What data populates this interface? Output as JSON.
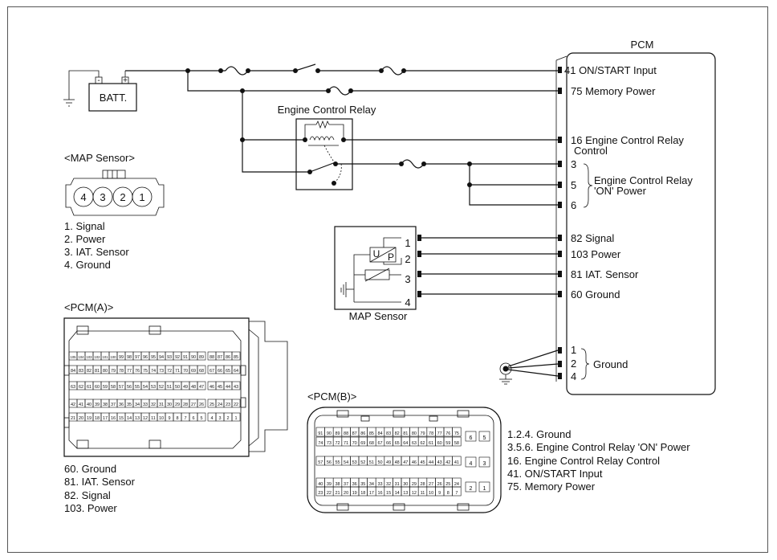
{
  "battery": {
    "label": "BATT.",
    "minus": "-",
    "plus": "+"
  },
  "pcm": {
    "title": "PCM",
    "terminals": [
      "41 ON/START Input",
      "75 Memory Power",
      "16 Engine Control Relay",
      "Control",
      "3",
      "5",
      "6",
      "Engine Control Relay",
      "'ON' Power",
      "82 Signal",
      "103 Power",
      "81 IAT. Sensor",
      "60 Ground",
      "1",
      "2",
      "4",
      "Ground"
    ]
  },
  "relay": {
    "title": "Engine Control Relay"
  },
  "map_box": {
    "title": "MAP Sensor",
    "pins": [
      "1",
      "2",
      "3",
      "4"
    ],
    "u": "U",
    "p": "P"
  },
  "map_connector": {
    "title": "<MAP Sensor>",
    "pins": [
      "4",
      "3",
      "2",
      "1"
    ],
    "legend": [
      "1. Signal",
      "2. Power",
      "3. IAT. Sensor",
      "4. Ground"
    ]
  },
  "pcm_a": {
    "title": "<PCM(A)>",
    "rows": [
      {
        "main": [
          "105",
          "104",
          "103",
          "102",
          "101",
          "100",
          "99",
          "98",
          "97",
          "96",
          "95",
          "94",
          "93",
          "92",
          "91",
          "90",
          "89"
        ],
        "side": [
          "88",
          "87",
          "86",
          "85"
        ]
      },
      {
        "main": [
          "84",
          "83",
          "82",
          "81",
          "80",
          "79",
          "78",
          "77",
          "76",
          "75",
          "74",
          "73",
          "72",
          "71",
          "70",
          "69",
          "68"
        ],
        "side": [
          "67",
          "66",
          "65",
          "64"
        ]
      },
      {
        "main": [
          "63",
          "62",
          "61",
          "60",
          "59",
          "58",
          "57",
          "56",
          "55",
          "54",
          "53",
          "52",
          "51",
          "50",
          "49",
          "48",
          "47"
        ],
        "side": [
          "46",
          "45",
          "44",
          "43"
        ]
      },
      {
        "main": [
          "42",
          "41",
          "40",
          "39",
          "38",
          "37",
          "36",
          "35",
          "34",
          "33",
          "32",
          "31",
          "30",
          "29",
          "28",
          "27",
          "26"
        ],
        "side": [
          "25",
          "24",
          "23",
          "22"
        ]
      },
      {
        "main": [
          "21",
          "20",
          "19",
          "18",
          "17",
          "16",
          "15",
          "14",
          "13",
          "12",
          "11",
          "10",
          "9",
          "8",
          "7",
          "6",
          "5"
        ],
        "side": [
          "4",
          "3",
          "2",
          "1"
        ]
      }
    ],
    "legend": [
      "60. Ground",
      "81. IAT. Sensor",
      "82. Signal",
      "103. Power"
    ]
  },
  "pcm_b": {
    "title": "<PCM(B)>",
    "rows": [
      [
        "91",
        "90",
        "89",
        "88",
        "87",
        "86",
        "85",
        "84",
        "83",
        "82",
        "81",
        "80",
        "79",
        "78",
        "77",
        "76",
        "75"
      ],
      [
        "74",
        "73",
        "72",
        "71",
        "70",
        "69",
        "68",
        "67",
        "66",
        "65",
        "64",
        "63",
        "62",
        "61",
        "60",
        "59",
        "58"
      ],
      [
        "57",
        "56",
        "55",
        "54",
        "53",
        "52",
        "51",
        "50",
        "49",
        "48",
        "47",
        "46",
        "45",
        "44",
        "43",
        "42",
        "41"
      ],
      [
        "40",
        "39",
        "38",
        "37",
        "36",
        "35",
        "34",
        "33",
        "32",
        "31",
        "30",
        "29",
        "28",
        "27",
        "26",
        "25",
        "24"
      ],
      [
        "23",
        "22",
        "21",
        "20",
        "19",
        "18",
        "17",
        "16",
        "15",
        "14",
        "13",
        "12",
        "11",
        "10",
        "9",
        "8",
        "7"
      ]
    ],
    "side": [
      "6",
      "5",
      "4",
      "3",
      "2",
      "1"
    ],
    "legend": [
      "1.2.4. Ground",
      "3.5.6. Engine Control Relay 'ON' Power",
      "16. Engine Control Relay Control",
      "41. ON/START Input",
      "75. Memory Power"
    ]
  }
}
